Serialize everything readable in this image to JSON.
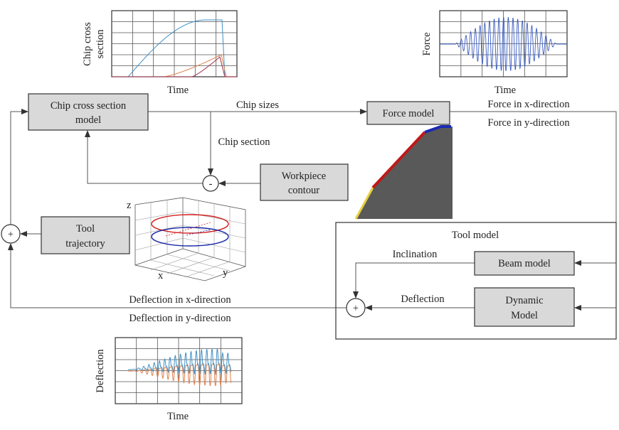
{
  "blocks": {
    "chip_model": [
      "Chip cross section",
      "model"
    ],
    "force_model": "Force model",
    "workpiece": [
      "Workpiece",
      "contour"
    ],
    "tool_trajectory": [
      "Tool",
      "trajectory"
    ],
    "tool_model": "Tool model",
    "beam_model": "Beam model",
    "dynamic_model": [
      "Dynamic",
      "Model"
    ]
  },
  "signals": {
    "chip_sizes": "Chip sizes",
    "chip_section": "Chip section",
    "force_x": "Force in x-direction",
    "force_y": "Force in y-direction",
    "inclination": "Inclination",
    "deflection": "Deflection",
    "deflection_x": "Deflection in x-direction",
    "deflection_y": "Deflection in y-direction"
  },
  "operators": {
    "minus": "-",
    "plus": "+"
  },
  "plots": {
    "chip": {
      "ylabel": [
        "Chip cross",
        "section"
      ],
      "xlabel": "Time"
    },
    "force": {
      "ylabel": "Force",
      "xlabel": "Time"
    },
    "deflection": {
      "ylabel": "Deflection",
      "xlabel": "Time"
    },
    "trajectory": {
      "x": "x",
      "y": "y",
      "z": "z"
    }
  },
  "colors": {
    "blue": "#3f8fc4",
    "orange": "#e0804a",
    "red": "#d42020",
    "navy": "#1a2aa8",
    "box": "#d9d9d9"
  }
}
